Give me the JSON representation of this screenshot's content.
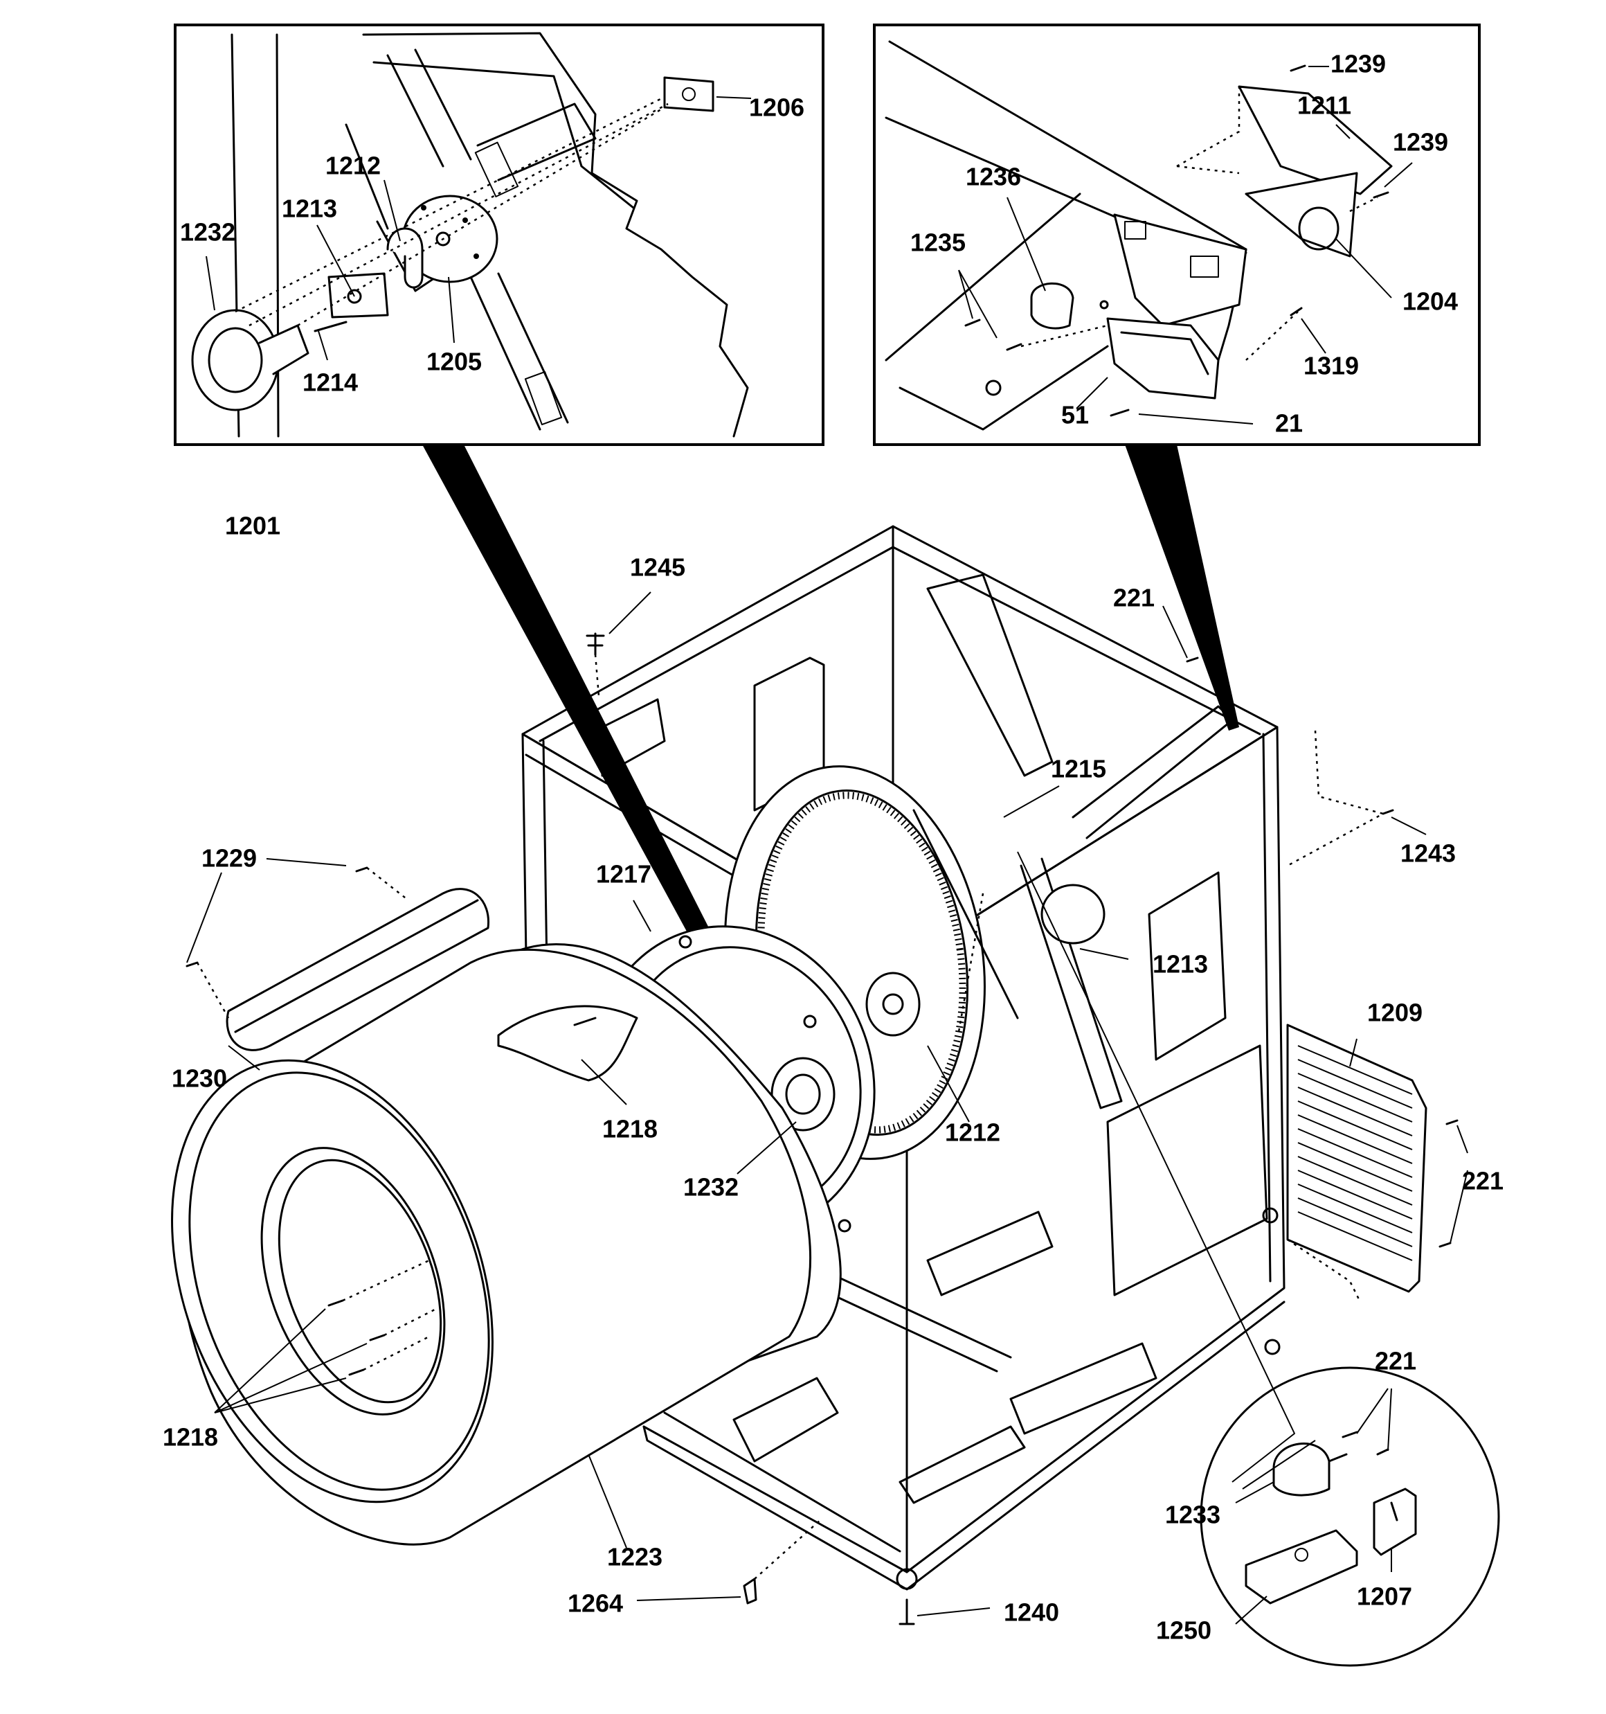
{
  "labels": {
    "l1206": "1206",
    "l1212a": "1212",
    "l1213a": "1213",
    "l1232a": "1232",
    "l1214": "1214",
    "l1205": "1205",
    "l1201": "1201",
    "l1239a": "1239",
    "l1211": "1211",
    "l1239b": "1239",
    "l1236": "1236",
    "l1235": "1235",
    "l1204": "1204",
    "l1319": "1319",
    "l51": "51",
    "l21": "21",
    "l1245": "1245",
    "l221a": "221",
    "l1215": "1215",
    "l1243": "1243",
    "l1229": "1229",
    "l1217": "1217",
    "l1213b": "1213",
    "l1209": "1209",
    "l1230": "1230",
    "l1218a": "1218",
    "l1212b": "1212",
    "l1232b": "1232",
    "l221b": "221",
    "l1218b": "1218",
    "l221c": "221",
    "l1223": "1223",
    "l1233": "1233",
    "l1207": "1207",
    "l1264": "1264",
    "l1240": "1240",
    "l1250": "1250"
  }
}
